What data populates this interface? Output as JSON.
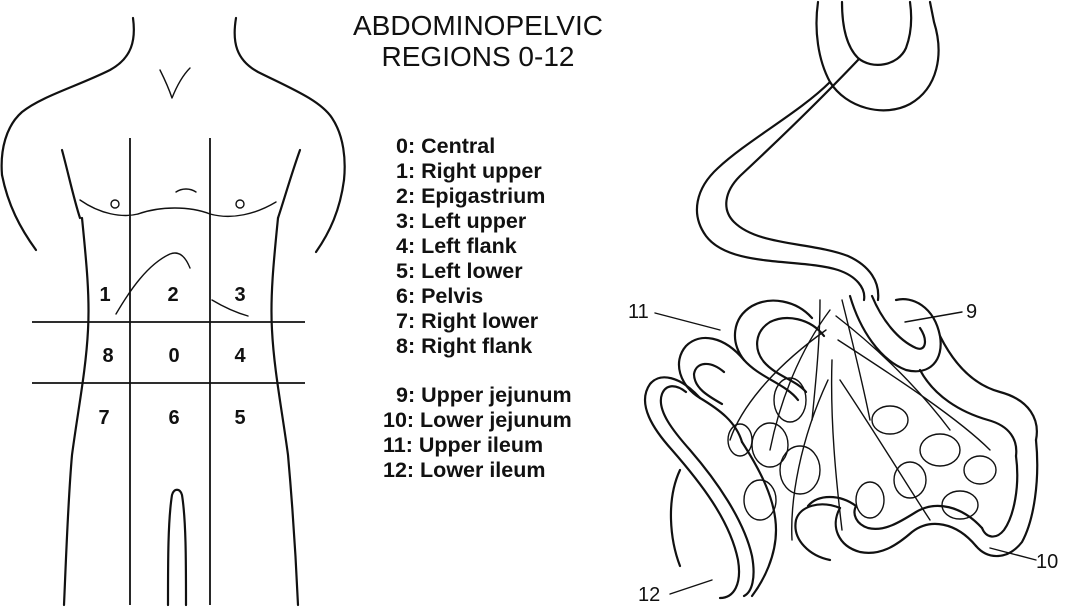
{
  "title": {
    "line1": "ABDOMINOPELVIC",
    "line2": "REGIONS 0-12"
  },
  "legend": {
    "abdomen": [
      "0: Central",
      "1: Right upper",
      "2: Epigastrium",
      "3: Left upper",
      "4: Left flank",
      "5: Left lower",
      "6: Pelvis",
      "7: Right lower",
      "8: Right flank"
    ],
    "bowel": [
      "9: Upper jejunum",
      "10: Lower jejunum",
      "11: Upper ileum",
      "12: Lower ileum"
    ]
  },
  "torso_regions": [
    "1",
    "2",
    "3",
    "8",
    "0",
    "4",
    "7",
    "6",
    "5"
  ],
  "bowel_callouts": [
    "9",
    "10",
    "11",
    "12"
  ]
}
